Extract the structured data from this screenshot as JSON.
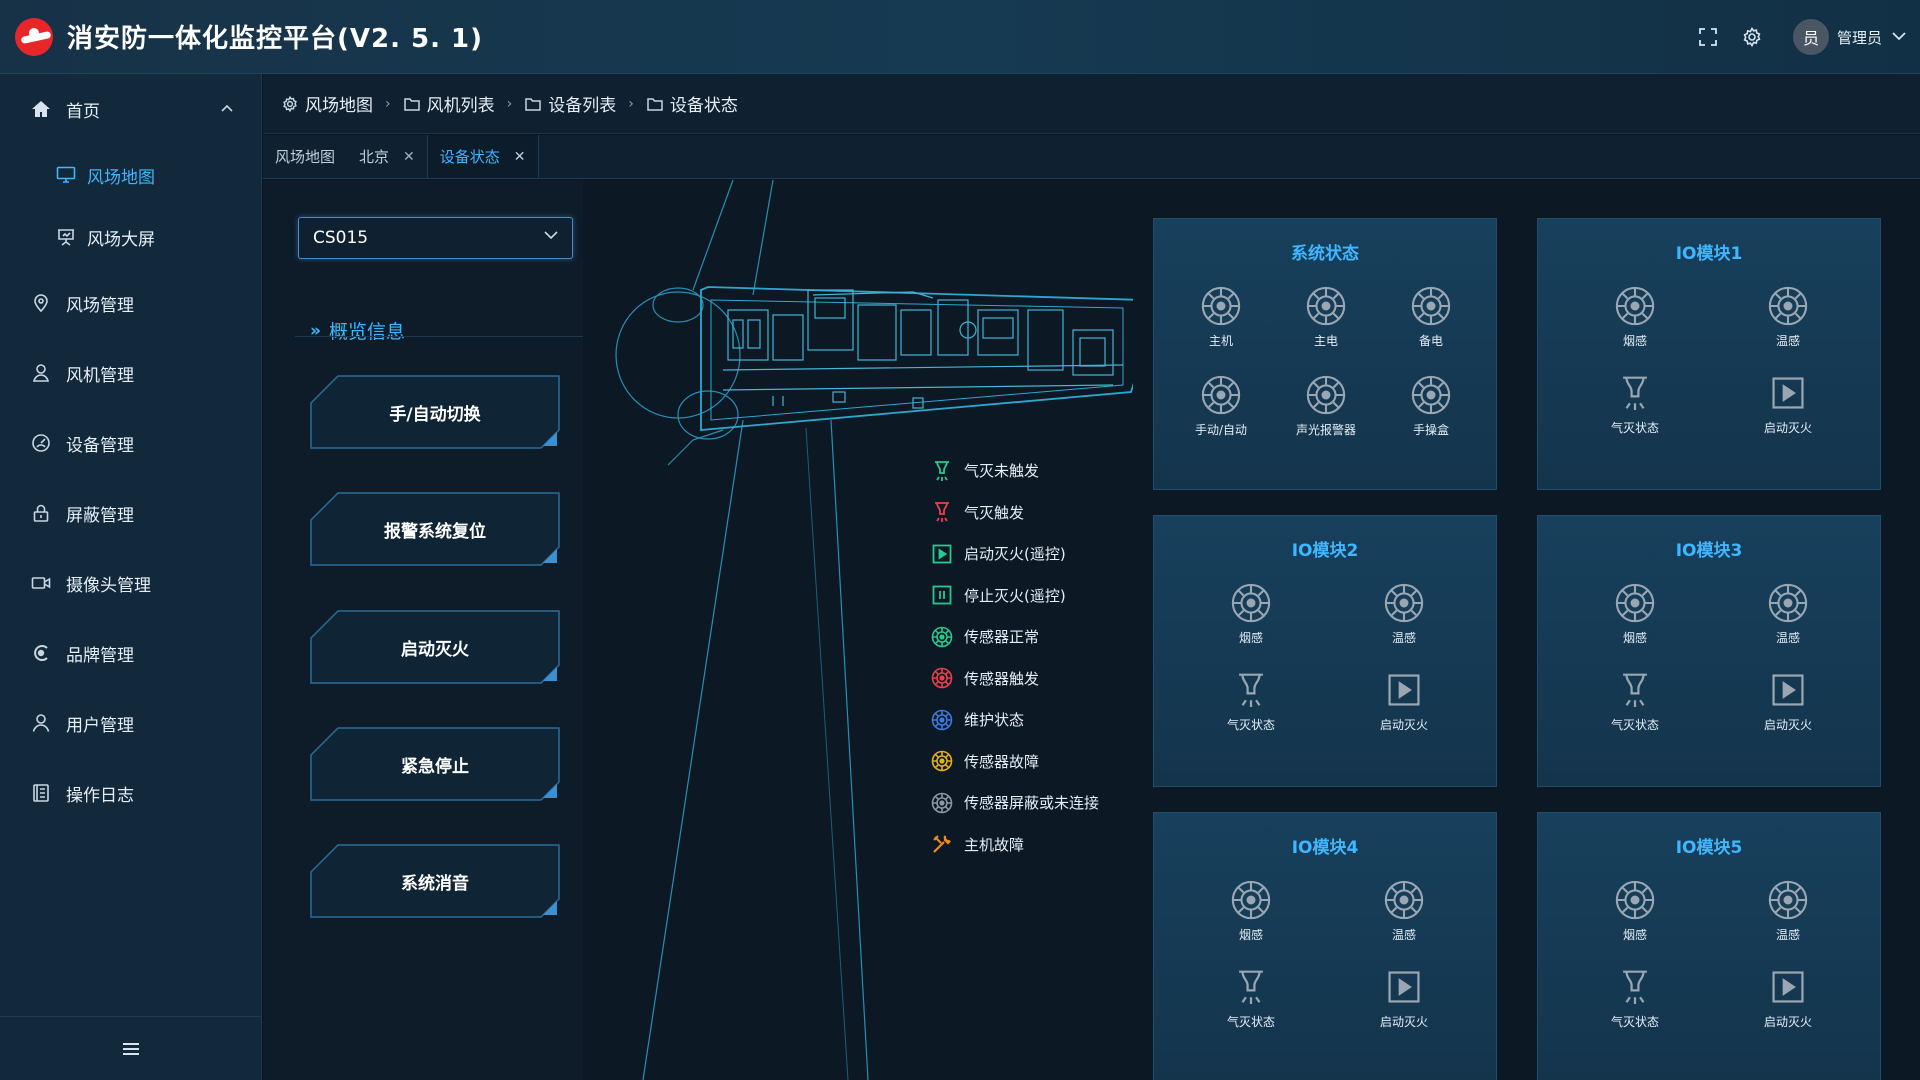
{
  "header": {
    "title": "消安防一体化监控平台(V2. 5. 1)",
    "avatar_text": "员",
    "user_name": "管理员"
  },
  "sidebar": {
    "items": [
      {
        "label": "首页",
        "icon": "home-icon"
      },
      {
        "label": "风场地图",
        "icon": "monitor-icon",
        "sub": true,
        "active": true
      },
      {
        "label": "风场大屏",
        "icon": "presentation-icon",
        "sub": true
      },
      {
        "label": "风场管理",
        "icon": "location-icon"
      },
      {
        "label": "风机管理",
        "icon": "user-pin-icon"
      },
      {
        "label": "设备管理",
        "icon": "gauge-icon"
      },
      {
        "label": "屏蔽管理",
        "icon": "lock-icon"
      },
      {
        "label": "摄像头管理",
        "icon": "camera-icon"
      },
      {
        "label": "品牌管理",
        "icon": "brand-icon"
      },
      {
        "label": "用户管理",
        "icon": "user-icon"
      },
      {
        "label": "操作日志",
        "icon": "log-icon"
      }
    ]
  },
  "breadcrumb": [
    "风场地图",
    "风机列表",
    "设备列表",
    "设备状态"
  ],
  "tabs": [
    {
      "label": "风场地图",
      "closable": false
    },
    {
      "label": "北京",
      "closable": true
    },
    {
      "label": "设备状态",
      "closable": true,
      "active": true
    }
  ],
  "selector": {
    "value": "CS015"
  },
  "overview": {
    "title": "概览信息"
  },
  "actions": [
    "手/自动切换",
    "报警系统复位",
    "启动灭火",
    "紧急停止",
    "系统消音"
  ],
  "legend": [
    {
      "label": "气灭未触发",
      "icon": "nozzle-icon",
      "color": "#27c98f"
    },
    {
      "label": "气灭触发",
      "icon": "nozzle-icon",
      "color": "#e8414b"
    },
    {
      "label": "启动灭火(遥控)",
      "icon": "play-icon",
      "color": "#27c98f"
    },
    {
      "label": "停止灭火(遥控)",
      "icon": "pause-icon",
      "color": "#27c98f"
    },
    {
      "label": "传感器正常",
      "icon": "sensor-icon",
      "color": "#27c98f"
    },
    {
      "label": "传感器触发",
      "icon": "sensor-icon",
      "color": "#e8414b"
    },
    {
      "label": "维护状态",
      "icon": "sensor-icon",
      "color": "#3a7bdc"
    },
    {
      "label": "传感器故障",
      "icon": "sensor-icon",
      "color": "#e0b21e"
    },
    {
      "label": "传感器屏蔽或未连接",
      "icon": "sensor-icon",
      "color": "#8a97a4"
    },
    {
      "label": "主机故障",
      "icon": "wrench-icon",
      "color": "#f08a1c"
    }
  ],
  "cards": [
    {
      "title": "系统状态",
      "devices": [
        "主机",
        "主电",
        "备电",
        "手动/自动",
        "声光报警器",
        "手操盒"
      ]
    },
    {
      "title": "IO模块1",
      "devices": [
        "烟感",
        "温感",
        "气灭状态",
        "启动灭火"
      ]
    },
    {
      "title": "IO模块2",
      "devices": [
        "烟感",
        "温感",
        "气灭状态",
        "启动灭火"
      ]
    },
    {
      "title": "IO模块3",
      "devices": [
        "烟感",
        "温感",
        "气灭状态",
        "启动灭火"
      ]
    },
    {
      "title": "IO模块4",
      "devices": [
        "烟感",
        "温感",
        "气灭状态",
        "启动灭火"
      ]
    },
    {
      "title": "IO模块5",
      "devices": [
        "烟感",
        "温感",
        "气灭状态",
        "启动灭火"
      ]
    }
  ],
  "colors": {
    "accent": "#3fb6ff",
    "sensor_grey": "#9aa6b2"
  }
}
